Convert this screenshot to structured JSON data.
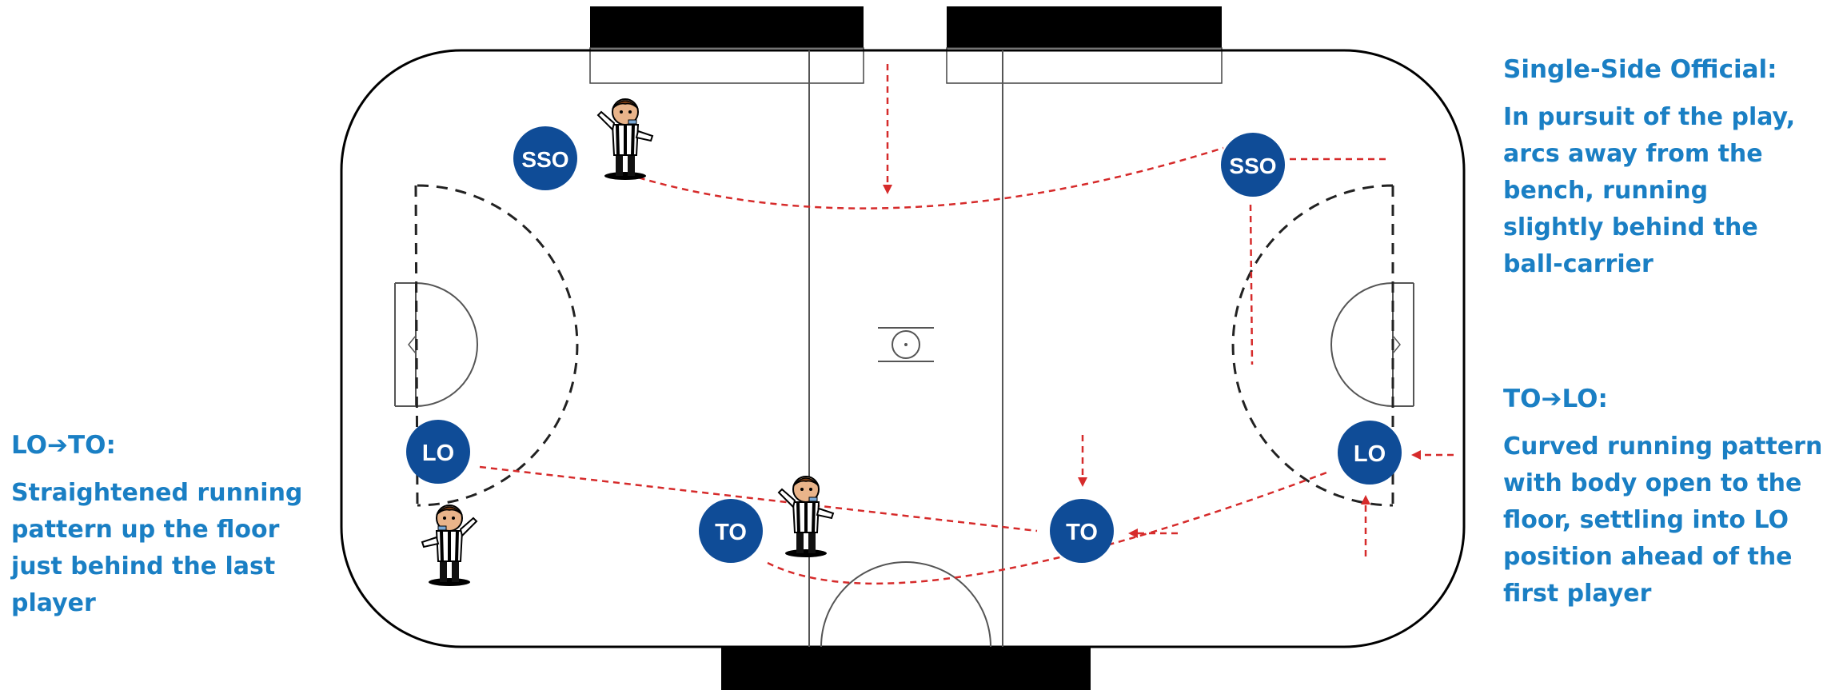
{
  "officials": {
    "sso_left": "SSO",
    "sso_right": "SSO",
    "lo_left": "LO",
    "lo_right": "LO",
    "to_left": "TO",
    "to_right": "TO"
  },
  "notes": {
    "single_side": {
      "heading": "Single-Side Official:",
      "body": "In pursuit of the play, arcs away from the bench, running slightly behind the ball-carrier"
    },
    "to_lo": {
      "heading": "TO➔LO:",
      "body": "Curved running pattern with body open to the floor, settling into LO position ahead of the first player"
    },
    "lo_to": {
      "heading": "LO➔TO:",
      "body": "Straightened running pattern up the floor just behind the last player"
    }
  },
  "colors": {
    "badge": "#0f4c97",
    "note_text": "#1a7fc4",
    "run_path": "#d62b2b",
    "floor_line": "#000000"
  }
}
